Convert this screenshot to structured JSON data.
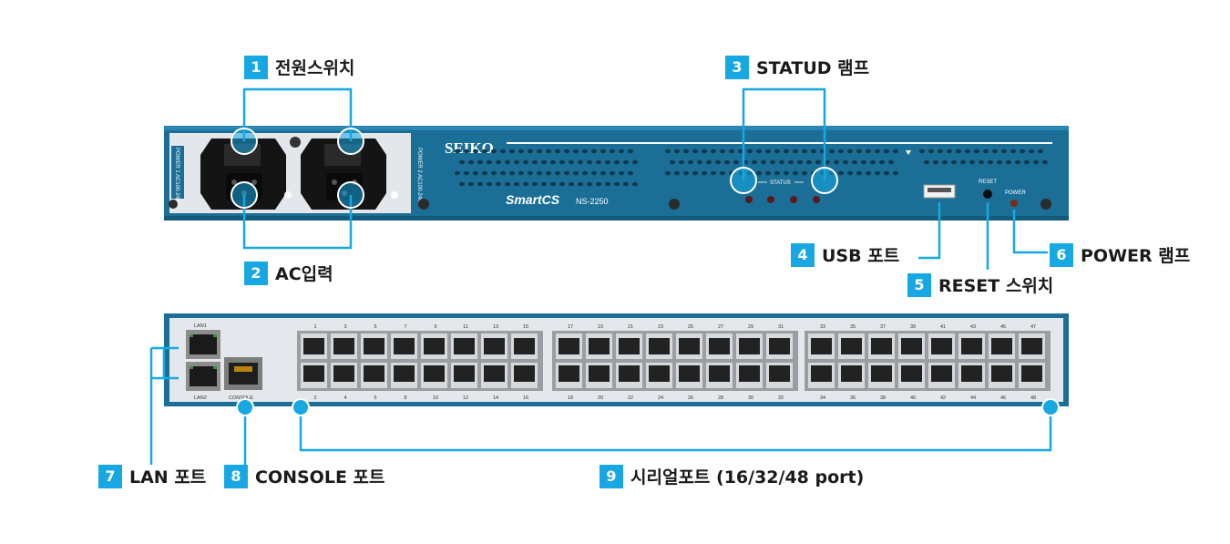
{
  "callouts": [
    {
      "num": "1",
      "text": "전원스위치"
    },
    {
      "num": "2",
      "text": "AC입력"
    },
    {
      "num": "3",
      "text": "STATUD 램프"
    },
    {
      "num": "4",
      "text": "USB 포트"
    },
    {
      "num": "5",
      "text": "RESET 스위치"
    },
    {
      "num": "6",
      "text": "POWER 램프"
    },
    {
      "num": "7",
      "text": "LAN 포트"
    },
    {
      "num": "8",
      "text": "CONSOLE 포트"
    },
    {
      "num": "9",
      "text": "시리얼포트 (16/32/48 port)"
    }
  ],
  "device": {
    "brand": "SEIKO",
    "product": "SmartCS",
    "model": "NS-2250",
    "status_label": "STATUS",
    "reset_label": "RESET",
    "power_label": "POWER",
    "lan1_label": "LAN1",
    "lan2_label": "LAN2",
    "console_label": "CONSOLE",
    "psu_left_label": "POWER 1 AC100-240V",
    "psu_right_label": "POWER 2 AC100-240V",
    "top_port_numbers": [
      "1",
      "3",
      "5",
      "7",
      "9",
      "11",
      "13",
      "15",
      "17",
      "19",
      "21",
      "23",
      "25",
      "27",
      "29",
      "31",
      "33",
      "35",
      "37",
      "39",
      "41",
      "43",
      "45",
      "47"
    ],
    "bottom_port_numbers": [
      "2",
      "4",
      "6",
      "8",
      "10",
      "12",
      "14",
      "16",
      "18",
      "20",
      "22",
      "24",
      "26",
      "28",
      "30",
      "32",
      "34",
      "36",
      "38",
      "40",
      "42",
      "44",
      "46",
      "48"
    ]
  },
  "colors": {
    "accent": "#17a8e3",
    "panel_blue": "#1b6f96",
    "panel_grey": "#dfe3e8"
  }
}
